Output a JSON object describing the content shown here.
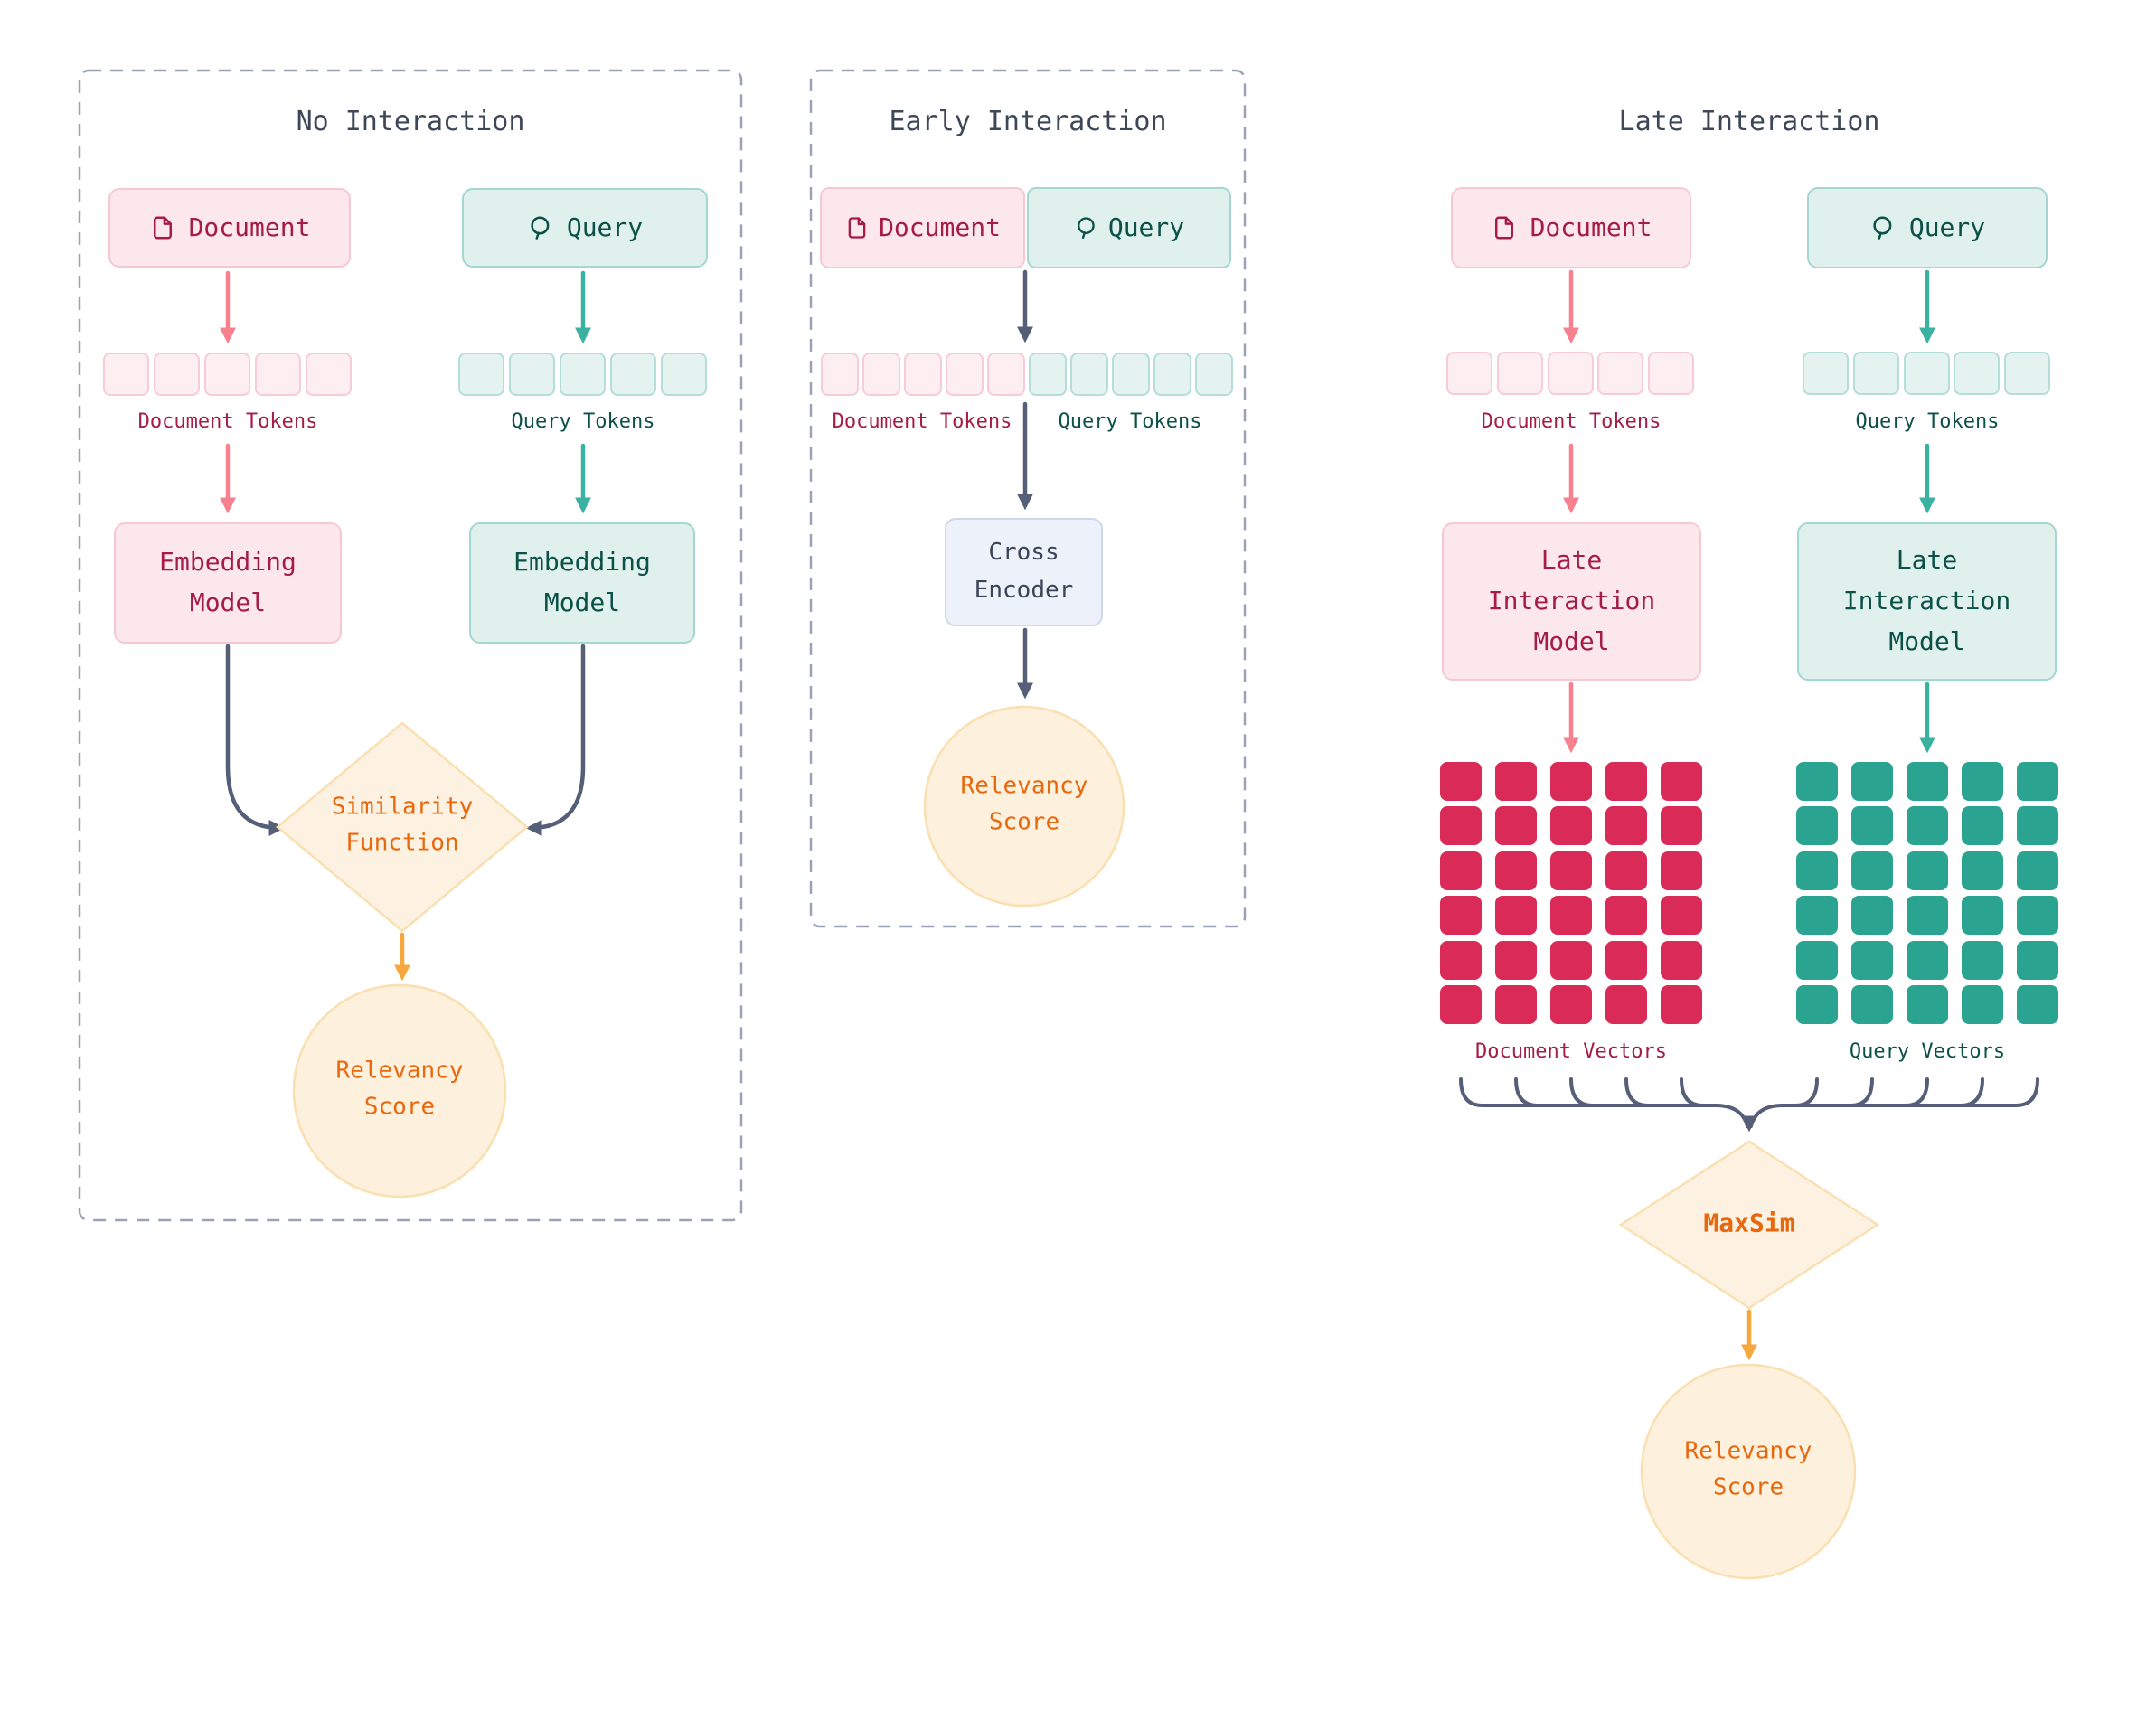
{
  "diagram": {
    "panels": {
      "no_interaction": {
        "title": "No Interaction",
        "document": {
          "label": "Document"
        },
        "query": {
          "label": "Query"
        },
        "document_tokens_label": "Document Tokens",
        "query_tokens_label": "Query Tokens",
        "document_embedding_model": "Embedding\nModel",
        "query_embedding_model": "Embedding\nModel",
        "similarity_function": "Similarity\nFunction",
        "relevancy_score": "Relevancy\nScore",
        "document_token_count": 5,
        "query_token_count": 5
      },
      "early_interaction": {
        "title": "Early Interaction",
        "document": {
          "label": "Document"
        },
        "query": {
          "label": "Query"
        },
        "document_tokens_label": "Document Tokens",
        "query_tokens_label": "Query Tokens",
        "cross_encoder": "Cross\nEncoder",
        "relevancy_score": "Relevancy\nScore",
        "document_token_count": 5,
        "query_token_count": 5
      },
      "late_interaction": {
        "title": "Late Interaction",
        "document": {
          "label": "Document"
        },
        "query": {
          "label": "Query"
        },
        "document_tokens_label": "Document Tokens",
        "query_tokens_label": "Query Tokens",
        "document_late_interaction_model": "Late\nInteraction\nModel",
        "query_late_interaction_model": "Late\nInteraction\nModel",
        "document_vectors_label": "Document Vectors",
        "query_vectors_label": "Query Vectors",
        "maxsim": "MaxSim",
        "relevancy_score": "Relevancy\nScore",
        "document_token_count": 5,
        "query_token_count": 5,
        "vector_grid": {
          "columns": 5,
          "rows": 6
        }
      }
    },
    "colors": {
      "document_box_fill": "#fce8ec",
      "document_box_border": "#f6c9d2",
      "document_text": "#a51c45",
      "query_box_fill": "#dff0ed",
      "query_box_border": "#a3d7cf",
      "query_text": "#0c5148",
      "document_arrow": "#f8818f",
      "query_arrow": "#3bb2a1",
      "neutral_arrow": "#565f78",
      "panel_border": "#9aa2b5",
      "title_text": "#3e4757",
      "cross_encoder_fill": "#edf1f9",
      "cross_encoder_border": "#cdd8ec",
      "cross_encoder_text": "#3b4559",
      "document_vector_fill": "#da2a57",
      "query_vector_fill": "#2aa491",
      "score_fill": "#fdf0dd",
      "score_border": "#fadfb0",
      "score_text": "#e8680e",
      "score_arrow": "#f6a73e"
    }
  }
}
